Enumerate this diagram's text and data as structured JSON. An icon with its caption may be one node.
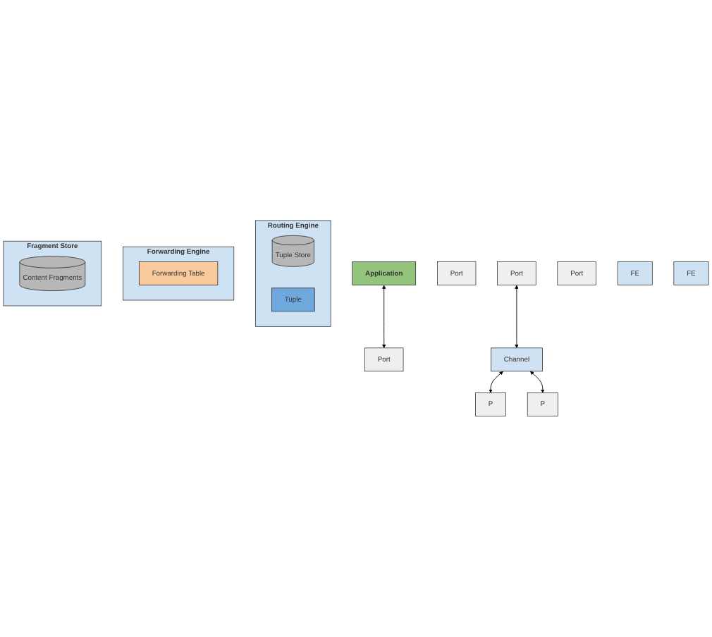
{
  "diagram": {
    "nodes": [
      {
        "text": [
          "Application"
        ]
      },
      {
        "text": [
          "Routing Engine"
        ]
      },
      {
        "text": [
          "Tuple Store"
        ],
        "in": 1
      },
      {
        "text": [
          "Tuple"
        ],
        "in": 1
      },
      {
        "text": [
          "Port"
        ]
      },
      {
        "text": [
          "Port"
        ]
      },
      {
        "text": [
          "Forwarding Engine"
        ]
      },
      {
        "text": [
          "Forwarding Table"
        ],
        "in": 6
      },
      {
        "text": [
          "Port"
        ]
      },
      {
        "text": [
          "Port"
        ]
      },
      {
        "text": [
          "Fragment Store"
        ]
      },
      {
        "text": [
          "Content Fragments"
        ],
        "in": 10
      },
      {
        "text": [
          "Channel"
        ]
      },
      {
        "text": [
          "P"
        ]
      },
      {
        "text": [
          "FE"
        ]
      },
      {
        "text": [
          "P"
        ]
      },
      {
        "text": [
          "FE"
        ]
      }
    ],
    "edges": [
      {
        "from": 0,
        "to": 4,
        "arrow": "both"
      },
      {
        "from": 8,
        "to": 12,
        "arrow": "both"
      },
      {
        "from": 12,
        "to": 13,
        "arrow": "both"
      },
      {
        "from": 12,
        "to": 15,
        "arrow": "both"
      }
    ]
  }
}
